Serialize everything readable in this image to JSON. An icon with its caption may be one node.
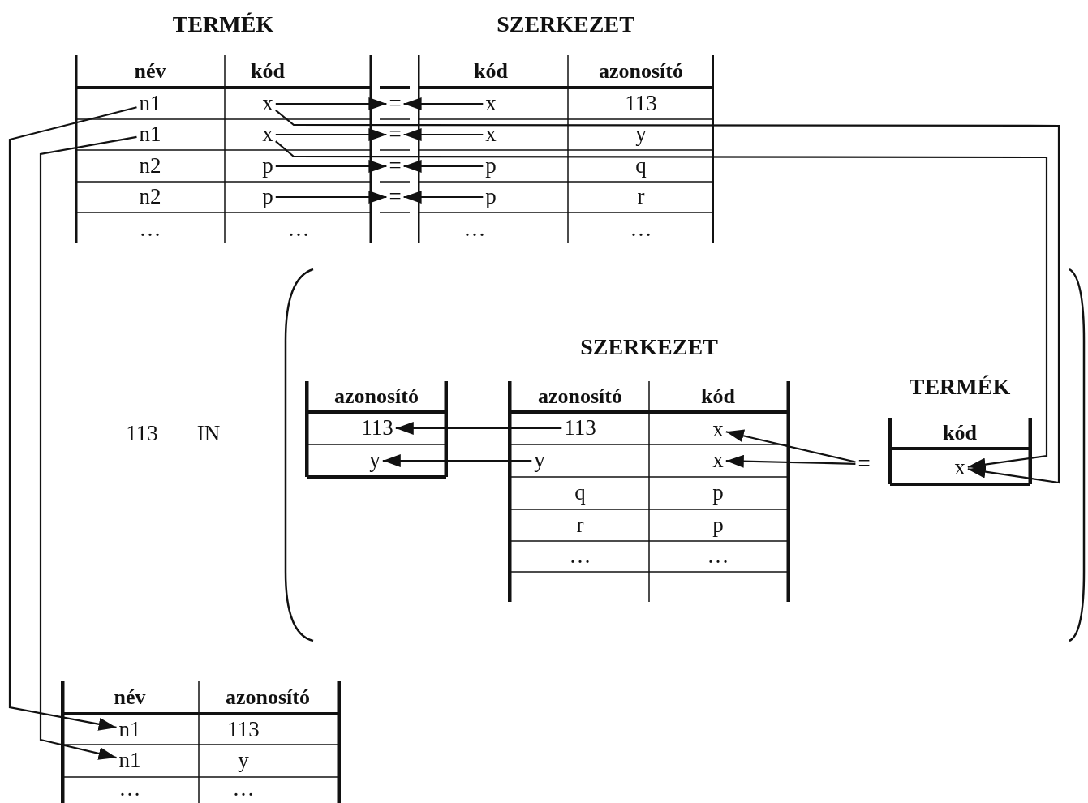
{
  "diagram": {
    "nodes": [
      {
        "text": [
          "TERMÉK",
          "név",
          "kód"
        ]
      },
      {
        "text": [
          "n1"
        ],
        "in": 0
      },
      {
        "text": [
          "x"
        ],
        "in": 0
      },
      {
        "text": [
          "n1"
        ],
        "in": 0
      },
      {
        "text": [
          "x"
        ],
        "in": 0
      },
      {
        "text": [
          "n2"
        ],
        "in": 0
      },
      {
        "text": [
          "p"
        ],
        "in": 0
      },
      {
        "text": [
          "n2"
        ],
        "in": 0
      },
      {
        "text": [
          "p"
        ],
        "in": 0
      },
      {
        "text": [
          "…"
        ],
        "in": 0
      },
      {
        "text": [
          "…"
        ],
        "in": 0
      },
      {
        "text": [
          "="
        ]
      },
      {
        "text": [
          "="
        ]
      },
      {
        "text": [
          "="
        ]
      },
      {
        "text": [
          "="
        ]
      },
      {
        "text": [
          "SZERKEZET",
          "kód",
          "azonosító"
        ]
      },
      {
        "text": [
          "x"
        ],
        "in": 15
      },
      {
        "text": [
          "113"
        ],
        "in": 15
      },
      {
        "text": [
          "x"
        ],
        "in": 15
      },
      {
        "text": [
          "y"
        ],
        "in": 15
      },
      {
        "text": [
          "p"
        ],
        "in": 15
      },
      {
        "text": [
          "q"
        ],
        "in": 15
      },
      {
        "text": [
          "p"
        ],
        "in": 15
      },
      {
        "text": [
          "r"
        ],
        "in": 15
      },
      {
        "text": [
          "…"
        ],
        "in": 15
      },
      {
        "text": [
          "…"
        ],
        "in": 15
      },
      {
        "text": [
          "azonosító"
        ]
      },
      {
        "text": [
          "113"
        ],
        "in": 26
      },
      {
        "text": [
          "y"
        ],
        "in": 26
      },
      {
        "text": [
          "SZERKEZET",
          "azonosító",
          "kód"
        ]
      },
      {
        "text": [
          "113"
        ],
        "in": 29
      },
      {
        "text": [
          "x"
        ],
        "in": 29
      },
      {
        "text": [
          "y"
        ],
        "in": 29
      },
      {
        "text": [
          "x"
        ],
        "in": 29
      },
      {
        "text": [
          "q"
        ],
        "in": 29
      },
      {
        "text": [
          "p"
        ],
        "in": 29
      },
      {
        "text": [
          "r"
        ],
        "in": 29
      },
      {
        "text": [
          "p"
        ],
        "in": 29
      },
      {
        "text": [
          "…"
        ],
        "in": 29
      },
      {
        "text": [
          "…"
        ],
        "in": 29
      },
      {
        "text": [
          "="
        ]
      },
      {
        "text": [
          "TERMÉK",
          "kód"
        ]
      },
      {
        "text": [
          "x"
        ],
        "in": 41
      },
      {
        "text": [
          "név",
          "azonosító"
        ]
      },
      {
        "text": [
          "n1"
        ],
        "in": 43
      },
      {
        "text": [
          "113"
        ],
        "in": 43
      },
      {
        "text": [
          "n1"
        ],
        "in": 43
      },
      {
        "text": [
          "y"
        ],
        "in": 43
      },
      {
        "text": [
          "…"
        ],
        "in": 43
      },
      {
        "text": [
          "…"
        ],
        "in": 43
      }
    ],
    "edges": [
      {
        "from": 2,
        "to": 11,
        "arrow": "to"
      },
      {
        "from": 16,
        "to": 11,
        "arrow": "to"
      },
      {
        "from": 4,
        "to": 12,
        "arrow": "to"
      },
      {
        "from": 18,
        "to": 12,
        "arrow": "to"
      },
      {
        "from": 6,
        "to": 13,
        "arrow": "to"
      },
      {
        "from": 20,
        "to": 13,
        "arrow": "to"
      },
      {
        "from": 8,
        "to": 14,
        "arrow": "to"
      },
      {
        "from": 22,
        "to": 14,
        "arrow": "to"
      },
      {
        "from": 2,
        "to": 42,
        "arrow": "to"
      },
      {
        "from": 4,
        "to": 42,
        "arrow": "to"
      },
      {
        "from": 1,
        "to": 44,
        "arrow": "to"
      },
      {
        "from": 3,
        "to": 46,
        "arrow": "to"
      },
      {
        "from": 40,
        "to": 31,
        "arrow": "to"
      },
      {
        "from": 40,
        "to": 33,
        "arrow": "to"
      },
      {
        "from": 30,
        "to": 27,
        "arrow": "to"
      },
      {
        "from": 32,
        "to": 28,
        "arrow": "to"
      }
    ],
    "labels": [
      "113",
      "IN"
    ]
  }
}
